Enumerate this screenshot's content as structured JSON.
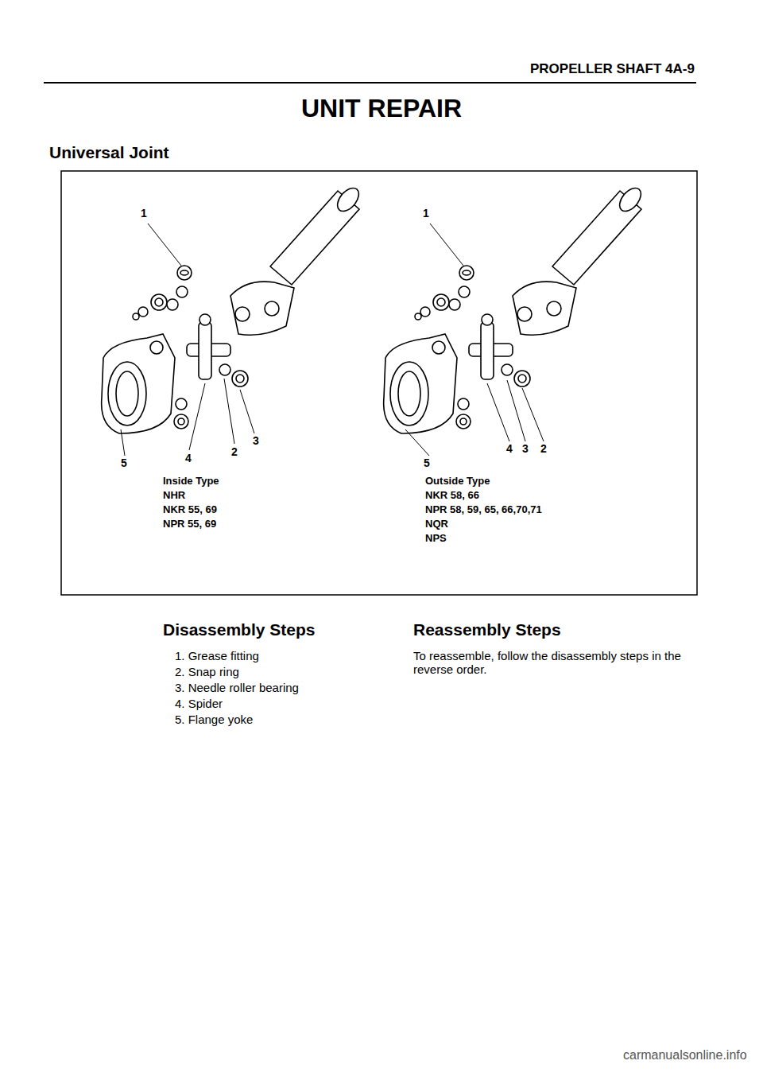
{
  "diagram": {
    "title": "UNIT REPAIR",
    "labels": [
      "PROPELLER SHAFT 4A-9",
      "Universal Joint",
      "1",
      "5",
      "4",
      "2",
      "3",
      "Inside Type",
      "NHR",
      "NKR 55, 69",
      "NPR 55, 69",
      "1",
      "4",
      "3",
      "2",
      "5",
      "Outside Type",
      "NKR 58, 66",
      "NPR 58, 59, 65, 66,70,71",
      "NQR",
      "NPS",
      "Disassembly Steps",
      "1. Grease fitting",
      "2. Snap ring",
      "3. Needle roller bearing",
      "4. Spider",
      "5. Flange yoke",
      "Reassembly Steps",
      "To reassemble, follow the disassembly steps in the reverse order.",
      "carmanualsonline.info"
    ]
  }
}
